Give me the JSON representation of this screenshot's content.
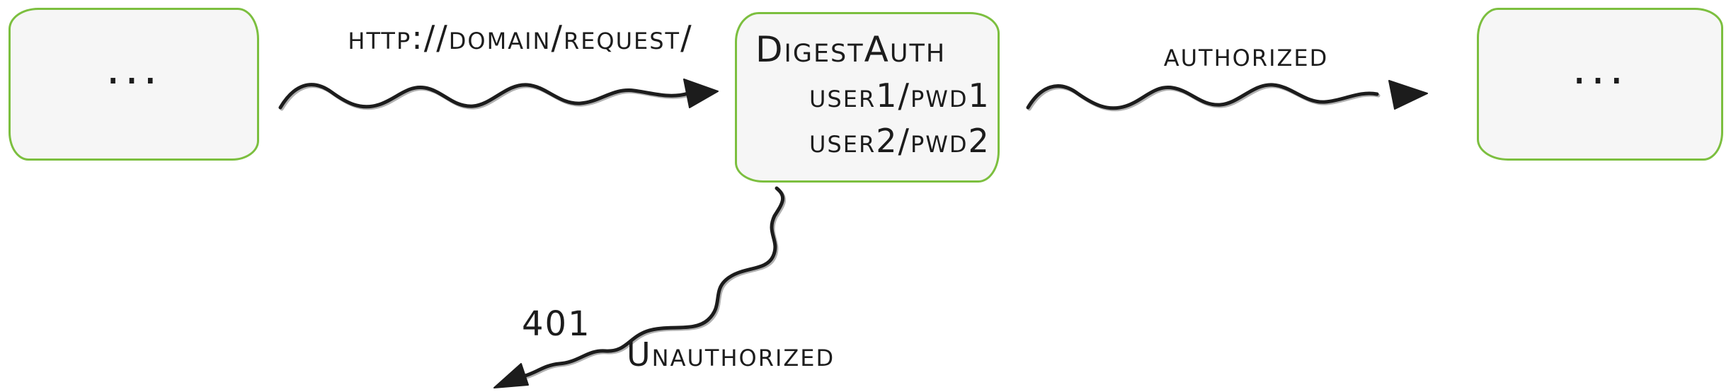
{
  "diagram": {
    "nodes": {
      "client_left": {
        "label": "..."
      },
      "auth": {
        "title": "DigestAuth",
        "credentials": [
          "user1/pwd1",
          "user2/pwd2"
        ]
      },
      "client_right": {
        "label": "..."
      }
    },
    "edges": {
      "request": {
        "label": "http://domain/request/"
      },
      "authorized": {
        "label": "authorized"
      },
      "unauthorized": {
        "code": "401",
        "label": "Unauthorized"
      }
    },
    "colors": {
      "node_border": "#7cbf3f",
      "node_fill": "#f6f6f6",
      "stroke": "#1c1c1c"
    }
  }
}
